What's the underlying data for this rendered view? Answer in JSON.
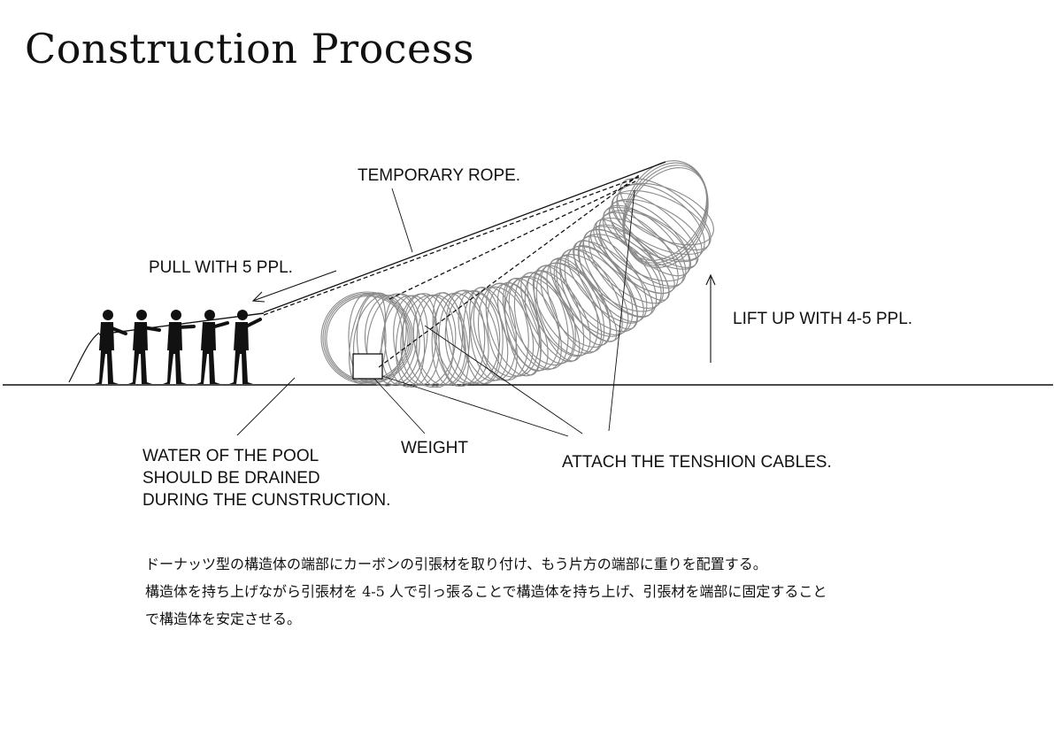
{
  "title": "Construction Process",
  "labels": {
    "temporary_rope": "TEMPORARY ROPE.",
    "pull": "PULL WITH 5 PPL.",
    "lift": "LIFT UP WITH 4-5 PPL.",
    "water": [
      "WATER OF THE POOL",
      "SHOULD BE DRAINED",
      "DURING THE CUNSTRUCTION."
    ],
    "weight": "WEIGHT",
    "cables": "ATTACH THE TENSHION CABLES."
  },
  "note_jp": [
    "ドーナッツ型の構造体の端部にカーボンの引張材を取り付け、もう片方の端部に重りを配置する。",
    "構造体を持ち上げながら引張材を 4-5 人で引っ張ることで構造体を持ち上げ、引張材を端部に固定すること",
    "で構造体を安定させる。"
  ],
  "colors": {
    "ink": "#111111",
    "structure": "#8a8a8a"
  },
  "figures_count": 5
}
